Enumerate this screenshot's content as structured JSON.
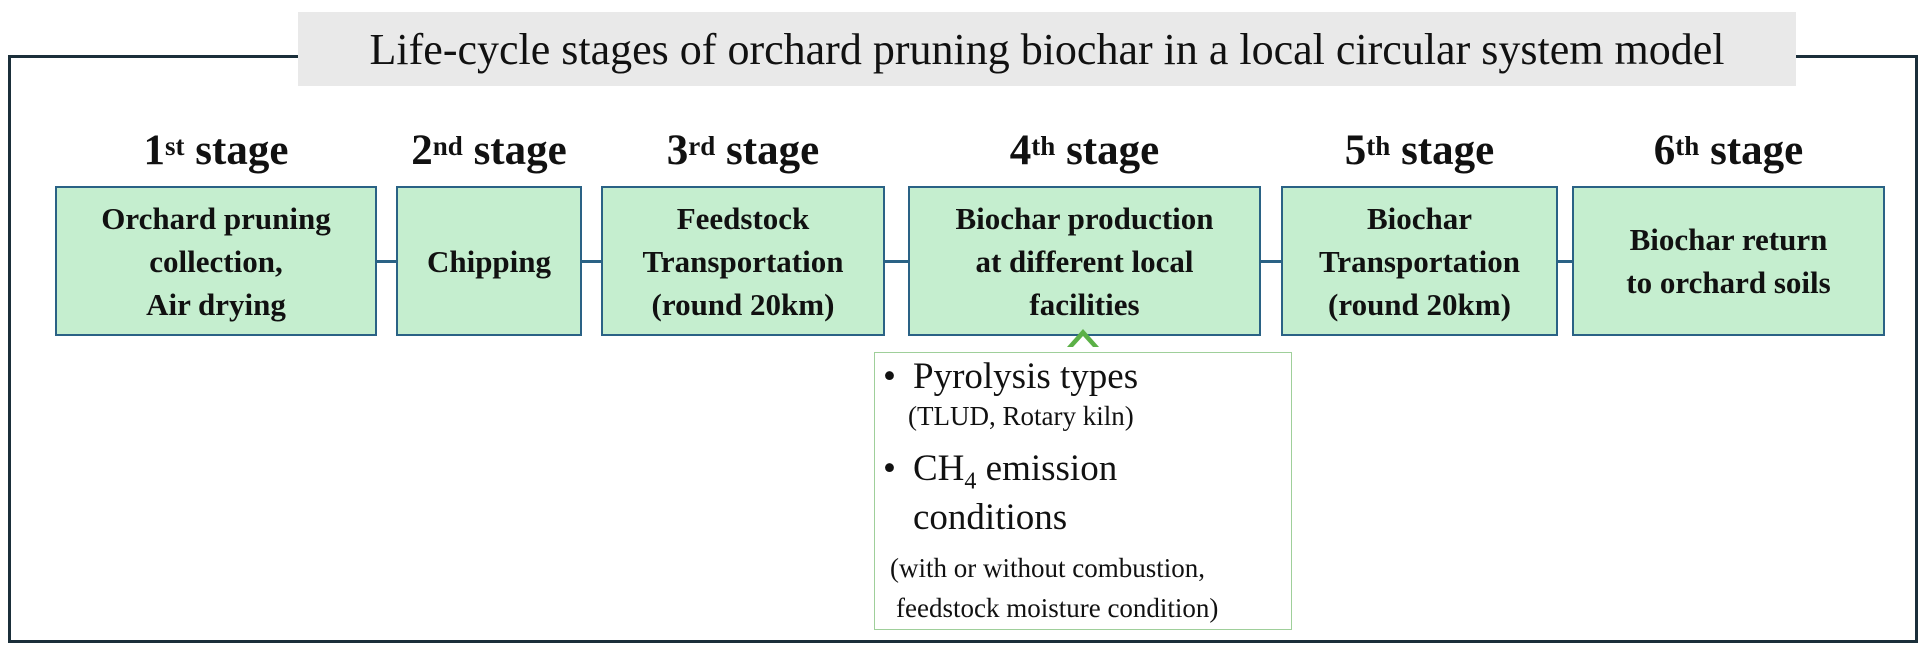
{
  "diagram": {
    "title": "Life-cycle  stages of orchard pruning biochar in a local circular system model",
    "stages": [
      {
        "number": "1",
        "suffix": "st",
        "word": "stage",
        "text": "Orchard pruning\ncollection,\nAir drying"
      },
      {
        "number": "2",
        "suffix": "nd",
        "word": "stage",
        "text": "Chipping"
      },
      {
        "number": "3",
        "suffix": "rd",
        "word": "stage",
        "text": "Feedstock\nTransportation\n(round 20km)"
      },
      {
        "number": "4",
        "suffix": "th",
        "word": "stage",
        "text": "Biochar production\nat different local\nfacilities"
      },
      {
        "number": "5",
        "suffix": "th",
        "word": "stage",
        "text": "Biochar\nTransportation\n(round 20km)"
      },
      {
        "number": "6",
        "suffix": "th",
        "word": "stage",
        "text": "Biochar return\nto orchard soils"
      }
    ],
    "notes": {
      "bullet": "•",
      "pyrolysis_label": "Pyrolysis  types",
      "pyrolysis_detail": "(TLUD,  Rotary kiln)",
      "ch4_prefix": "CH",
      "ch4_subscript": "4",
      "ch4_suffix": " emission",
      "ch4_line2": "conditions",
      "conditions_detail_1": "(with or without combustion,",
      "conditions_detail_2": "feedstock moisture condition)"
    },
    "colors": {
      "box_fill": "#c5eecf",
      "box_border": "#2a6285",
      "frame": "#1b2f3a",
      "title_bg": "#e9e9e9",
      "note_border": "#9fcf9a",
      "caret": "#5bb047"
    }
  }
}
